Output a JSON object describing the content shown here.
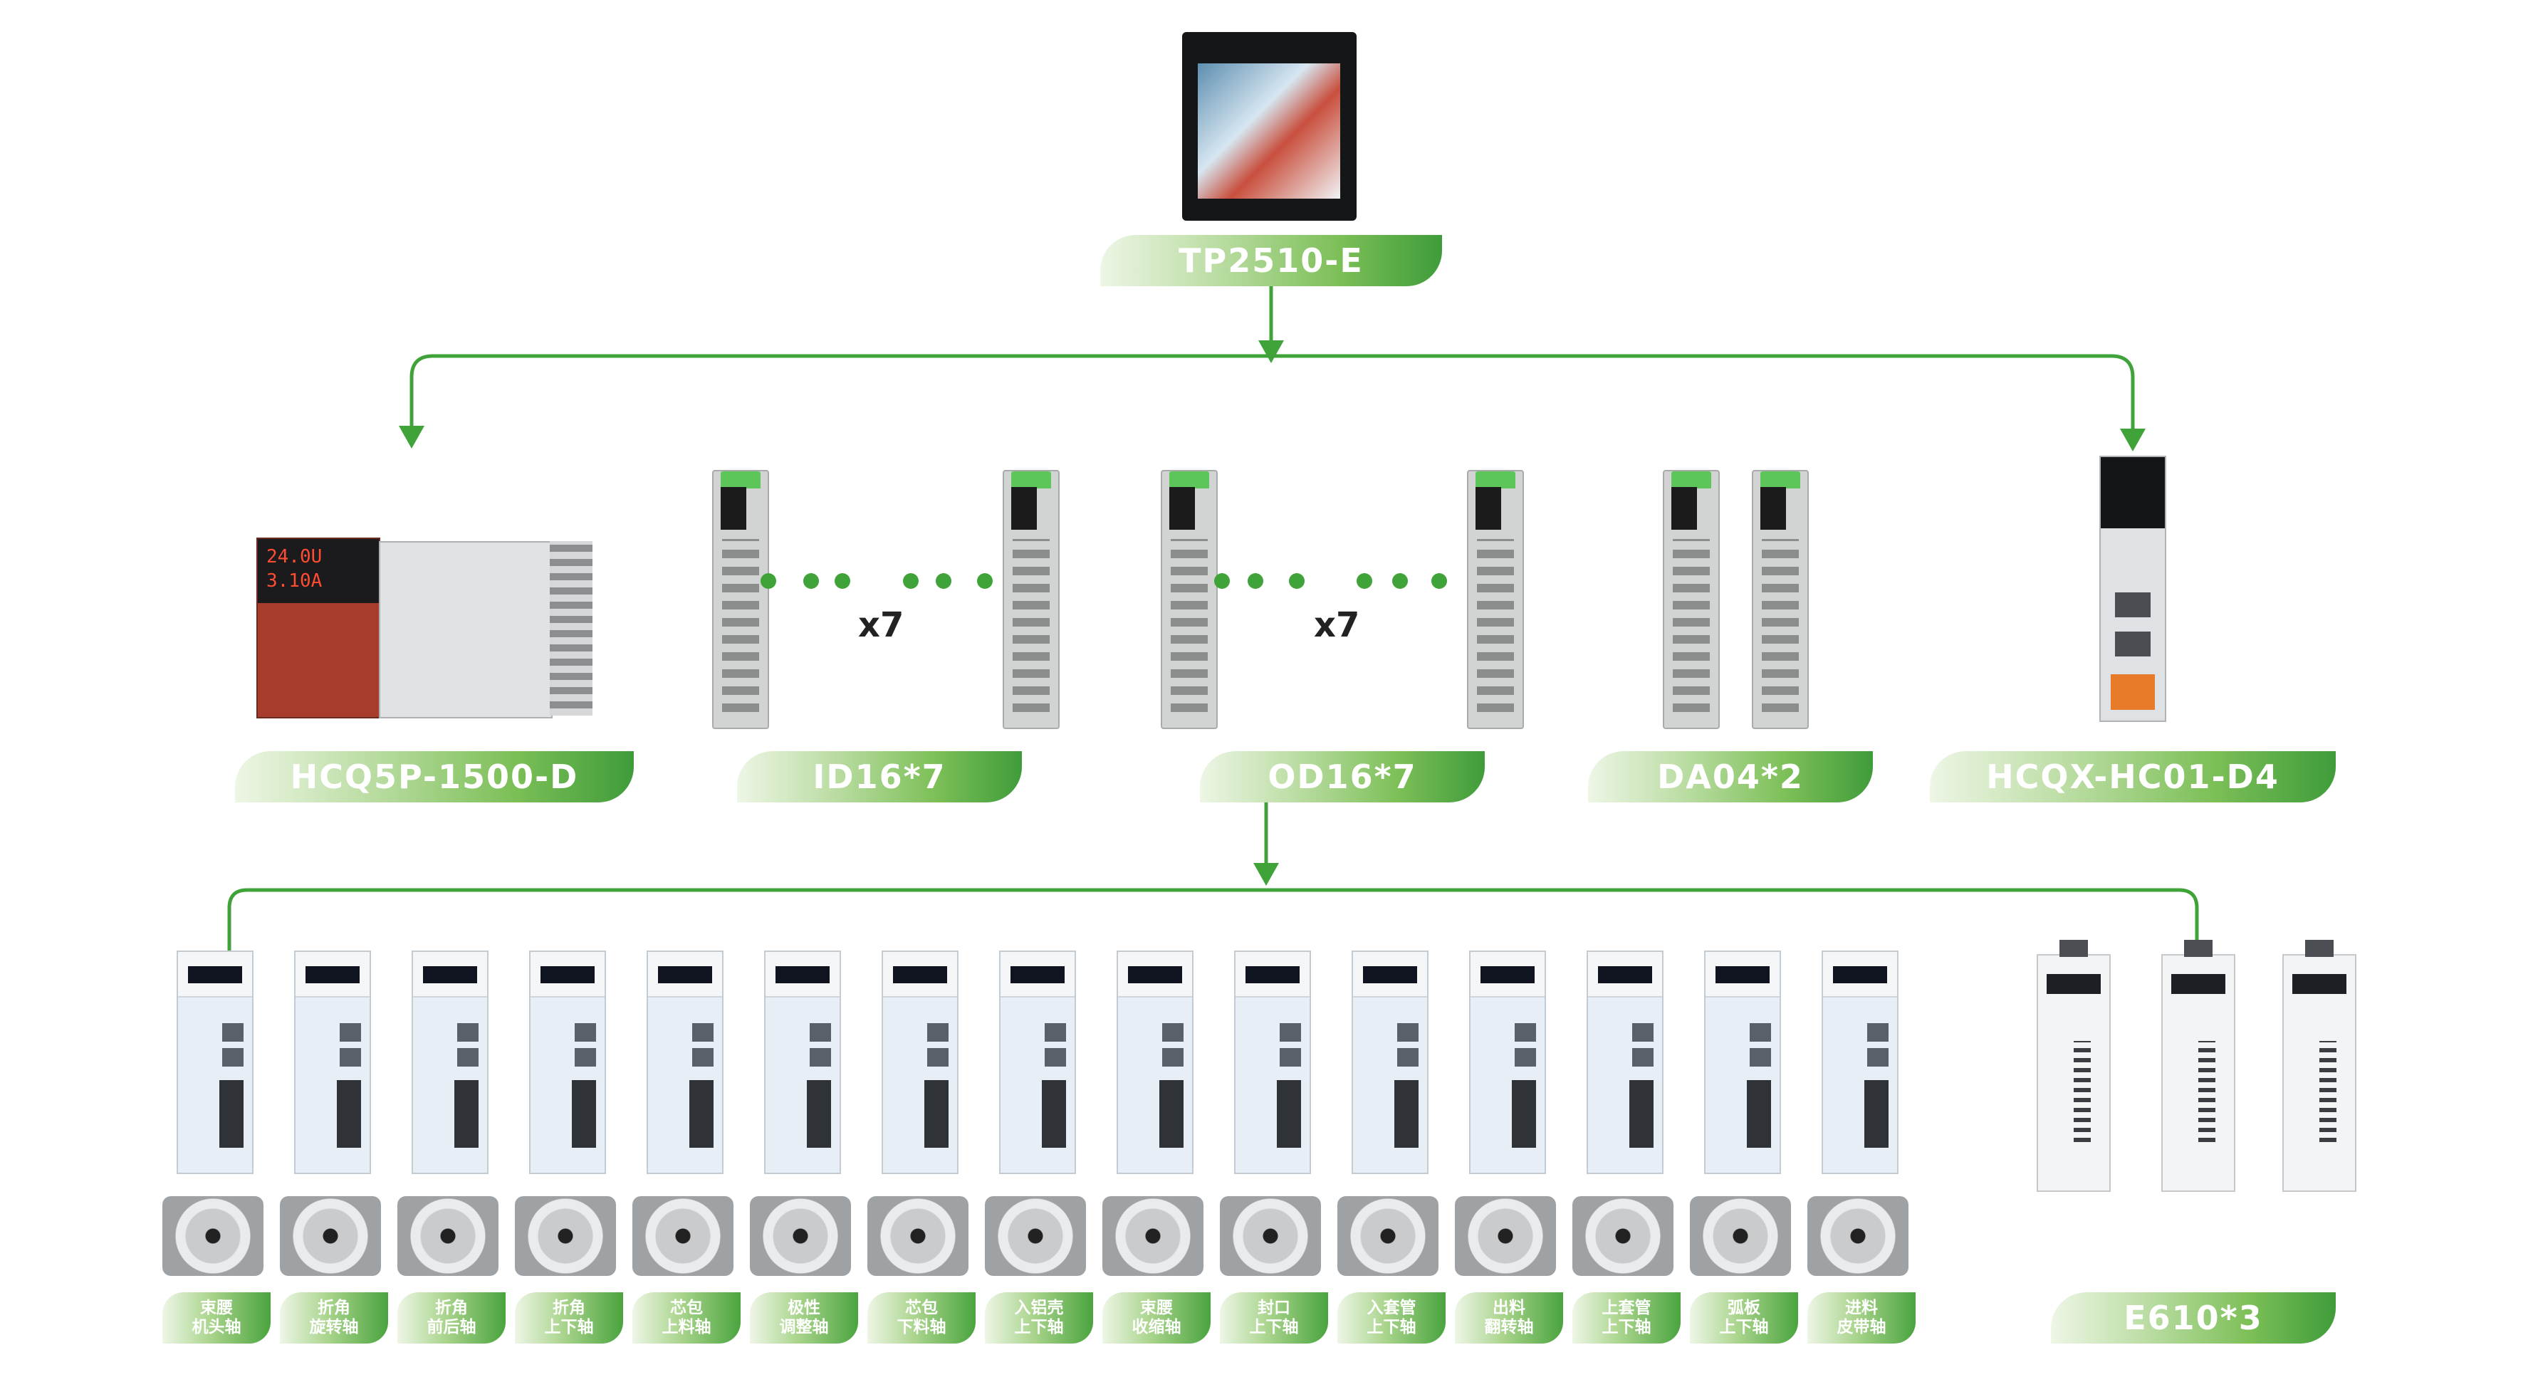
{
  "colors": {
    "line": "#3fa33a",
    "accent": "#4aa43e"
  },
  "top": {
    "label": "TP2510-E"
  },
  "row1": {
    "plc": "HCQ5P-1500-D",
    "id": "ID16*7",
    "od": "OD16*7",
    "da": "DA04*2",
    "hcqx": "HCQX-HC01-D4",
    "times_left": "x7",
    "times_right": "x7"
  },
  "axes": [
    [
      "束腰",
      "机头轴"
    ],
    [
      "折角",
      "旋转轴"
    ],
    [
      "折角",
      "前后轴"
    ],
    [
      "折角",
      "上下轴"
    ],
    [
      "芯包",
      "上料轴"
    ],
    [
      "极性",
      "调整轴"
    ],
    [
      "芯包",
      "下料轴"
    ],
    [
      "入铝壳",
      "上下轴"
    ],
    [
      "束腰",
      "收缩轴"
    ],
    [
      "封口",
      "上下轴"
    ],
    [
      "入套管",
      "上下轴"
    ],
    [
      "出料",
      "翻转轴"
    ],
    [
      "上套管",
      "上下轴"
    ],
    [
      "弧板",
      "上下轴"
    ],
    [
      "进料",
      "皮带轴"
    ]
  ],
  "e610": {
    "label": "E610*3"
  },
  "plc_display": {
    "line1": "24.0U",
    "line2": "3.10A"
  }
}
